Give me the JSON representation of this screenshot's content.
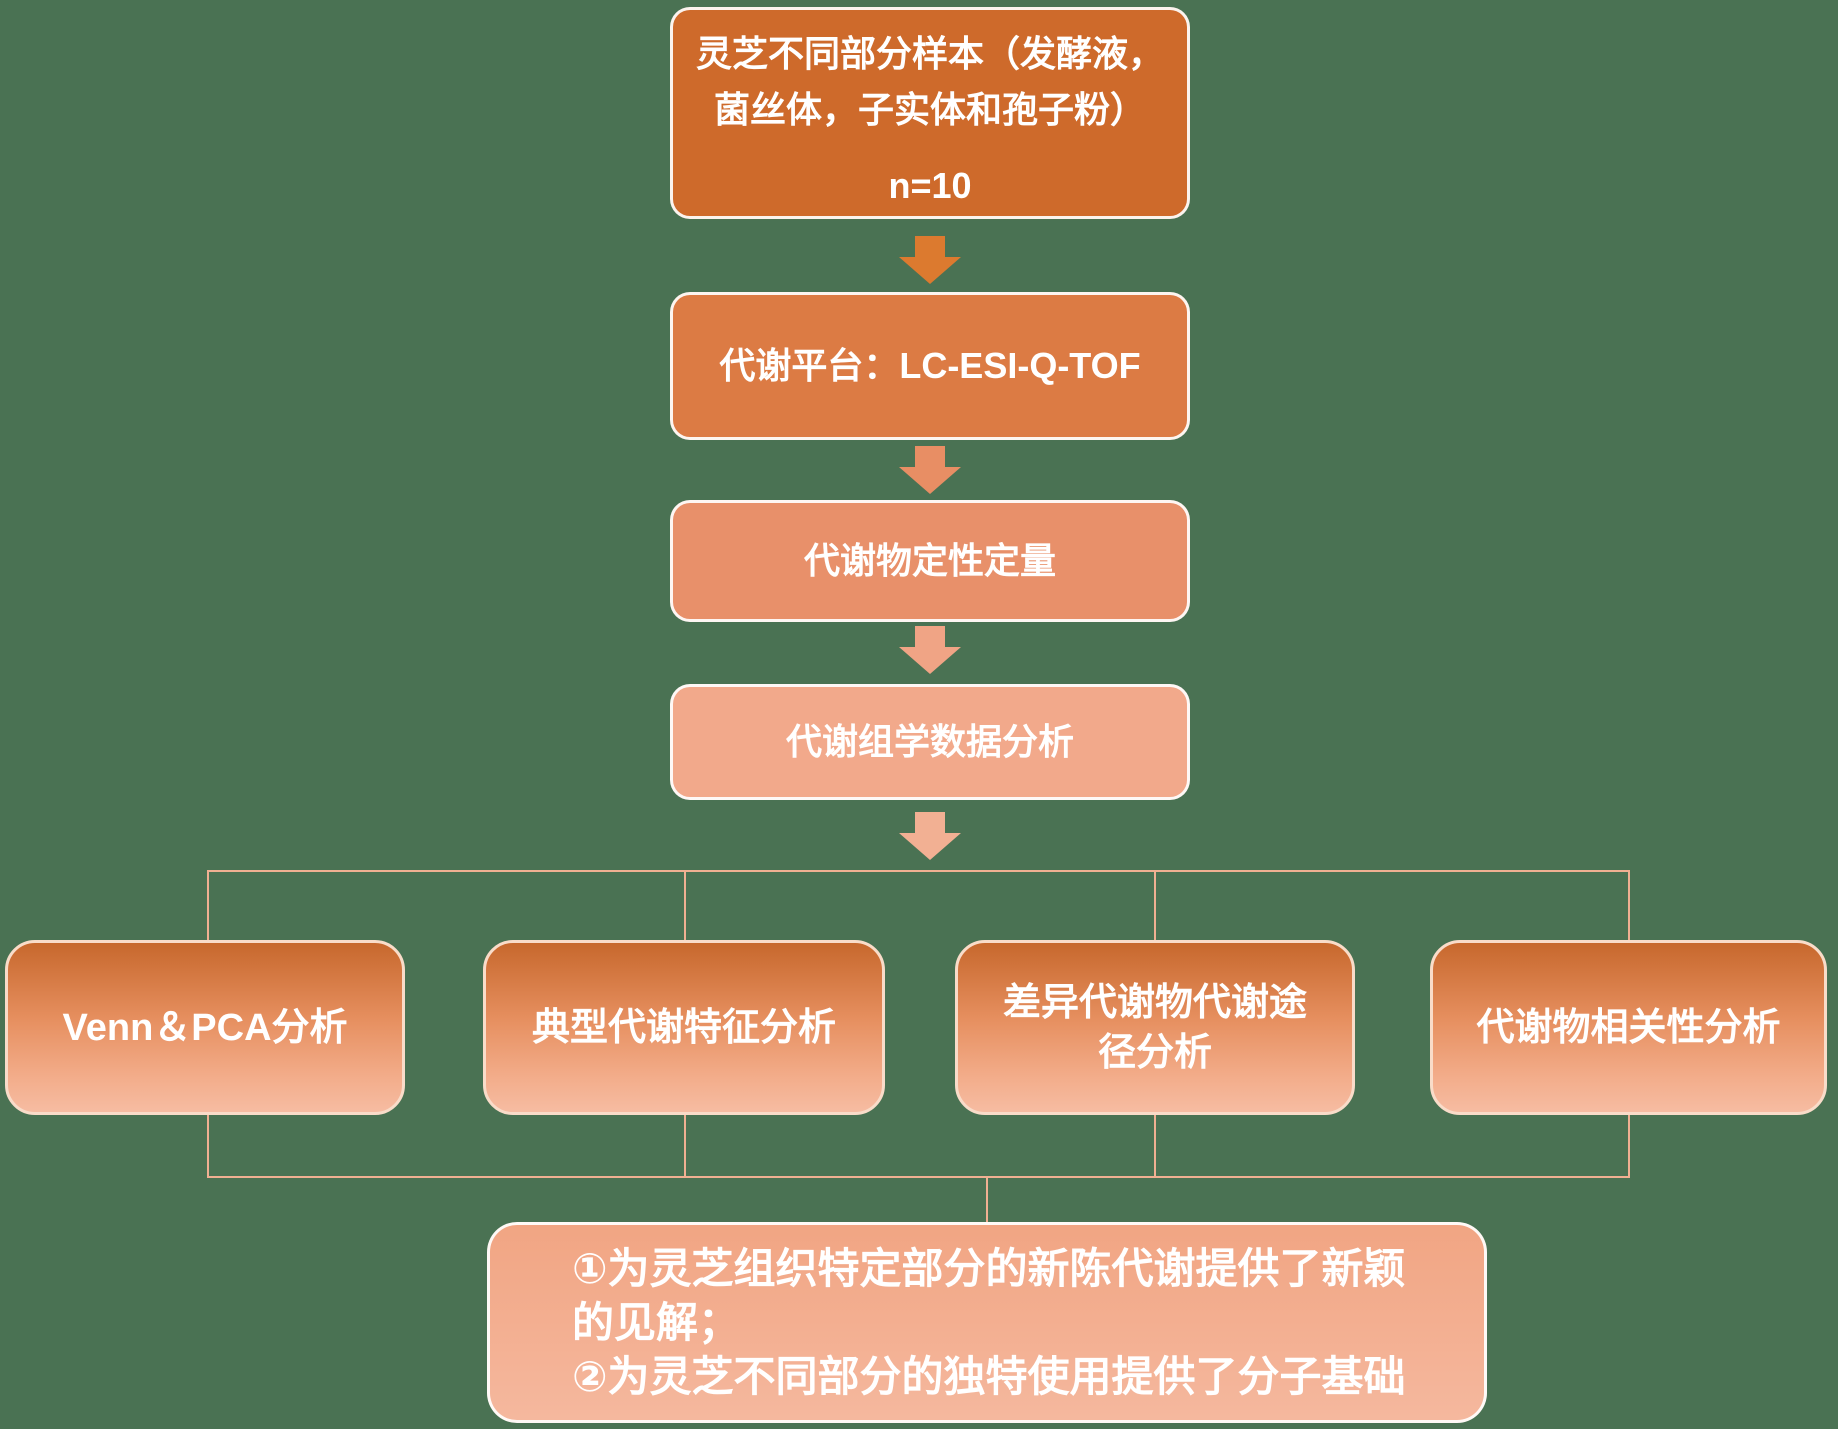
{
  "palette": {
    "background": "#4A7253",
    "connector_line": "#F0B092",
    "text": "#FFFFFF",
    "sample_box": "#CE6A2B",
    "platform_box": "#DC7B44",
    "quantification_box": "#E8906A",
    "data_analysis_box": "#F2A98B",
    "arrow_colors": [
      "#DC7A2F",
      "#E88E64",
      "#F0A485",
      "#F2B093"
    ],
    "branch_gradient_top": "#C7682D",
    "branch_gradient_bottom": "#F6BCA2"
  },
  "flow": {
    "sample_box": {
      "lines": [
        "灵芝不同部分样本（发酵液，",
        "菌丝体，子实体和孢子粉）"
      ],
      "sample_size": "n=10"
    },
    "platform_box": {
      "label": "代谢平台：LC-ESI-Q-TOF"
    },
    "quantification_box": {
      "label": "代谢物定性定量"
    },
    "data_analysis_box": {
      "label": "代谢组学数据分析"
    },
    "branches": [
      {
        "lines": [
          "Venn＆PCA分析"
        ]
      },
      {
        "lines": [
          "典型代谢特征分析"
        ]
      },
      {
        "lines": [
          "差异代谢物代谢途",
          "径分析"
        ]
      },
      {
        "lines": [
          "代谢物相关性分析"
        ]
      }
    ],
    "conclusion_box": {
      "lines": [
        "①为灵芝组织特定部分的新陈代谢提供了新颖",
        "的见解；",
        "②为灵芝不同部分的独特使用提供了分子基础"
      ]
    }
  }
}
